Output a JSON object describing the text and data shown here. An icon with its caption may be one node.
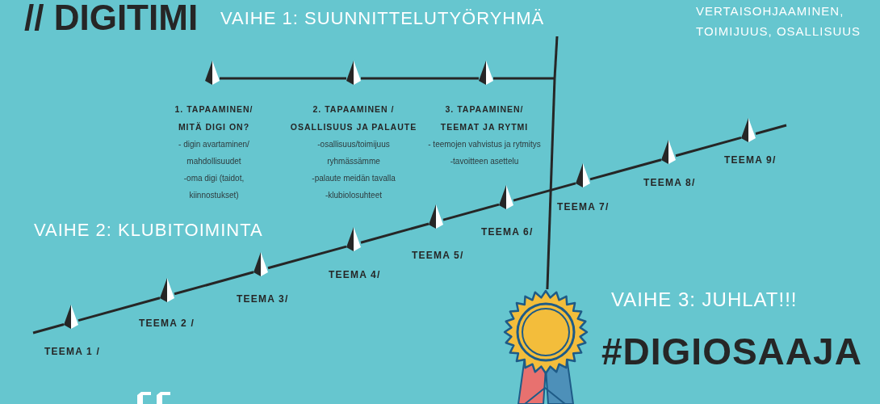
{
  "diagram": {
    "title": "// DIGITIMI",
    "nodes": [
      {
        "text": [],
        "shape": "triangle",
        "beside": [
          "1. TAPAAMINEN/ MITÄ DIGI ON?",
          "- digin avartaminen/ mahdollisuudet",
          "-oma digi (taidot, kiinnostukset)"
        ]
      },
      {
        "text": [],
        "shape": "triangle",
        "beside": [
          "2. TAPAAMINEN / OSALLISUUS JA PALAUTE",
          "-osallisuus/toimijuus ryhmässämme",
          "-palaute meidän tavalla",
          "-klubiolosuhteet"
        ]
      },
      {
        "text": [],
        "shape": "triangle",
        "beside": [
          "3. TAPAAMINEN/ TEEMAT JA RYTMI",
          "- teemojen vahvistus ja rytmitys",
          "-tavoitteen asettelu"
        ]
      },
      {
        "text": [],
        "shape": "triangle",
        "beside": [
          "TEEMA 1 /"
        ]
      },
      {
        "text": [],
        "shape": "triangle",
        "beside": [
          "TEEMA 2 /"
        ]
      },
      {
        "text": [],
        "shape": "triangle",
        "beside": [
          "TEEMA 3/"
        ]
      },
      {
        "text": [],
        "shape": "triangle",
        "beside": [
          "TEEMA 4/"
        ]
      },
      {
        "text": [],
        "shape": "triangle",
        "beside": [
          "TEEMA 5/"
        ]
      },
      {
        "text": [],
        "shape": "triangle",
        "beside": [
          "TEEMA 6/"
        ]
      },
      {
        "text": [],
        "shape": "triangle",
        "beside": [
          "TEEMA 7/"
        ]
      },
      {
        "text": [],
        "shape": "triangle",
        "beside": [
          "TEEMA 8/"
        ]
      },
      {
        "text": [],
        "shape": "triangle",
        "beside": [
          "TEEMA 9/"
        ]
      },
      {
        "text": [],
        "shape": "picture"
      }
    ],
    "edges": [
      {
        "from": 0,
        "to": 1,
        "arrow": "none"
      },
      {
        "from": 1,
        "to": 2,
        "arrow": "none"
      },
      {
        "from": 2,
        "to": 12,
        "arrow": "none"
      },
      {
        "from": null,
        "to": 12,
        "arrow": "none"
      },
      {
        "from": null,
        "to": 3,
        "arrow": "none"
      },
      {
        "from": 3,
        "to": 4,
        "arrow": "none"
      },
      {
        "from": 4,
        "to": 5,
        "arrow": "none"
      },
      {
        "from": 5,
        "to": 6,
        "arrow": "none"
      },
      {
        "from": 6,
        "to": 7,
        "arrow": "none"
      },
      {
        "from": 7,
        "to": 8,
        "arrow": "none"
      },
      {
        "from": 8,
        "to": 9,
        "arrow": "none"
      },
      {
        "from": 9,
        "to": 10,
        "arrow": "none"
      },
      {
        "from": 10,
        "to": 11,
        "arrow": "none"
      },
      {
        "from": 11,
        "to": null,
        "arrow": "none"
      }
    ],
    "labels": [
      "VAIHE 1: SUUNNITTELUTYÖRYHMÄ",
      "VERTAISOHJAAMINEN, TOIMIJUUS, OSALLISUUS",
      "VAIHE 2: KLUBITOIMINTA",
      "VAIHE 3: JUHLAT!!!",
      "#DIGIOSAAJA"
    ]
  }
}
